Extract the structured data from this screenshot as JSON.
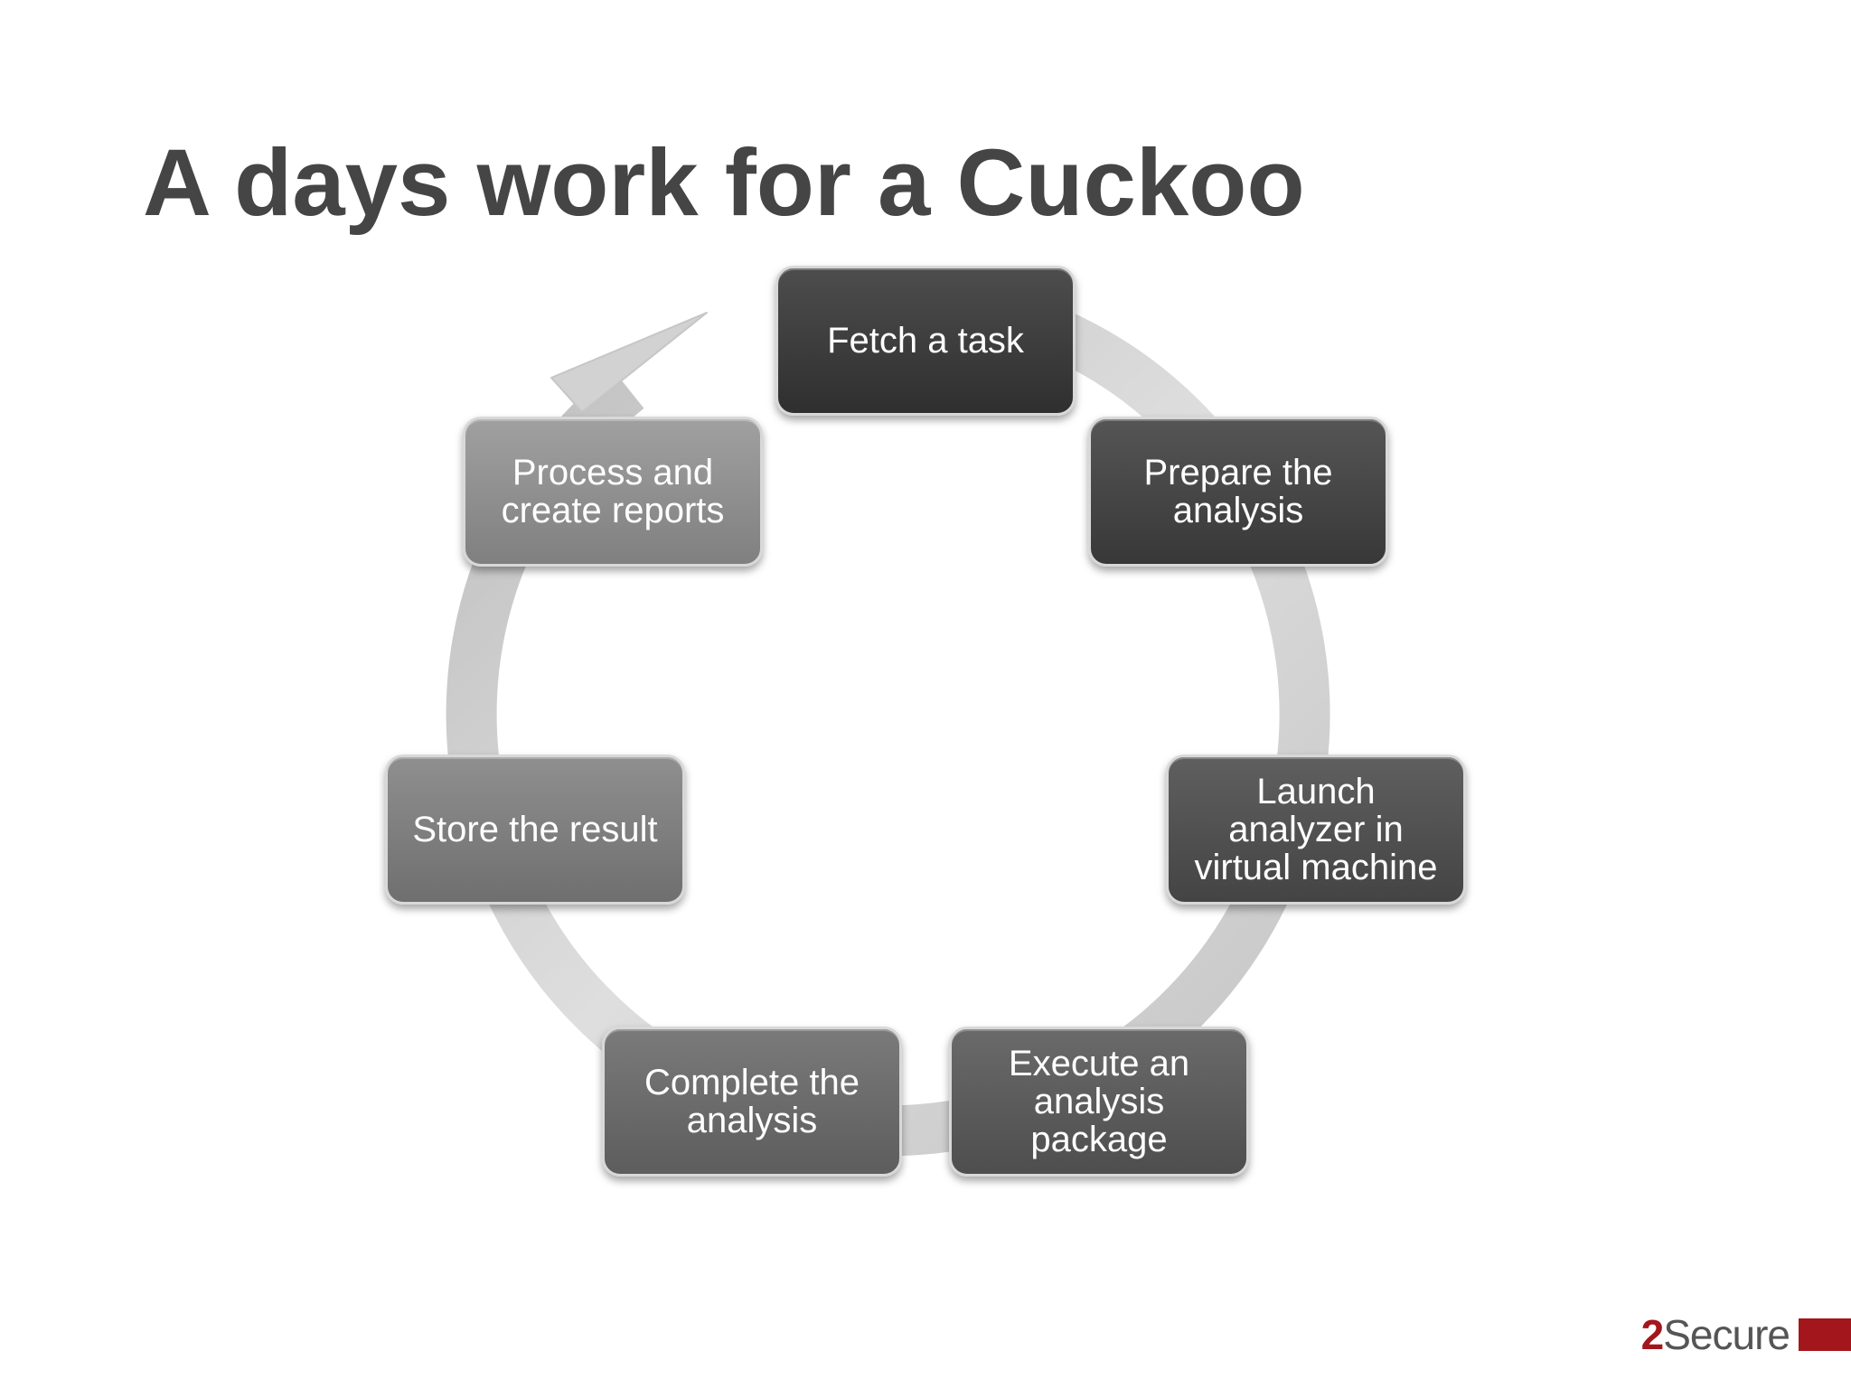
{
  "title": "A days work for a Cuckoo",
  "steps": [
    {
      "label": "Fetch a task"
    },
    {
      "label": "Prepare the\nanalysis"
    },
    {
      "label": "Launch\nanalyzer in\nvirtual machine"
    },
    {
      "label": "Execute an\nanalysis\npackage"
    },
    {
      "label": "Complete the\nanalysis"
    },
    {
      "label": "Store the result"
    },
    {
      "label": "Process and\ncreate reports"
    }
  ],
  "logo": {
    "digit": "2",
    "word": "Secure"
  },
  "colors": {
    "title": "#454545",
    "cycle_ring": "#d2d2d2",
    "logo_accent": "#a3161c"
  }
}
